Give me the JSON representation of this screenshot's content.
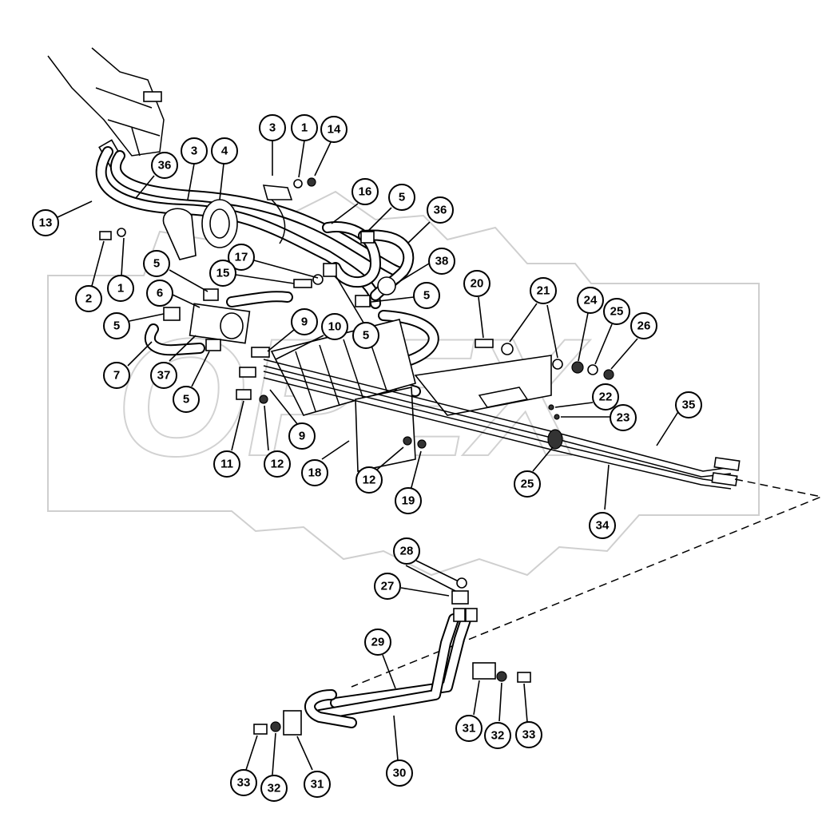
{
  "watermark": {
    "text": "OPEX"
  },
  "callouts": [
    {
      "label": "3"
    },
    {
      "label": "1"
    },
    {
      "label": "14"
    },
    {
      "label": "36"
    },
    {
      "label": "3"
    },
    {
      "label": "4"
    },
    {
      "label": "13"
    },
    {
      "label": "16"
    },
    {
      "label": "5"
    },
    {
      "label": "36"
    },
    {
      "label": "2"
    },
    {
      "label": "1"
    },
    {
      "label": "5"
    },
    {
      "label": "17"
    },
    {
      "label": "15"
    },
    {
      "label": "38"
    },
    {
      "label": "6"
    },
    {
      "label": "5"
    },
    {
      "label": "20"
    },
    {
      "label": "21"
    },
    {
      "label": "5"
    },
    {
      "label": "24"
    },
    {
      "label": "25"
    },
    {
      "label": "26"
    },
    {
      "label": "9"
    },
    {
      "label": "10"
    },
    {
      "label": "5"
    },
    {
      "label": "7"
    },
    {
      "label": "37"
    },
    {
      "label": "5"
    },
    {
      "label": "22"
    },
    {
      "label": "35"
    },
    {
      "label": "23"
    },
    {
      "label": "11"
    },
    {
      "label": "12"
    },
    {
      "label": "9"
    },
    {
      "label": "18"
    },
    {
      "label": "12"
    },
    {
      "label": "19"
    },
    {
      "label": "25"
    },
    {
      "label": "34"
    },
    {
      "label": "28"
    },
    {
      "label": "27"
    },
    {
      "label": "29"
    },
    {
      "label": "31"
    },
    {
      "label": "32"
    },
    {
      "label": "33"
    },
    {
      "label": "30"
    },
    {
      "label": "33"
    },
    {
      "label": "32"
    },
    {
      "label": "31"
    }
  ]
}
